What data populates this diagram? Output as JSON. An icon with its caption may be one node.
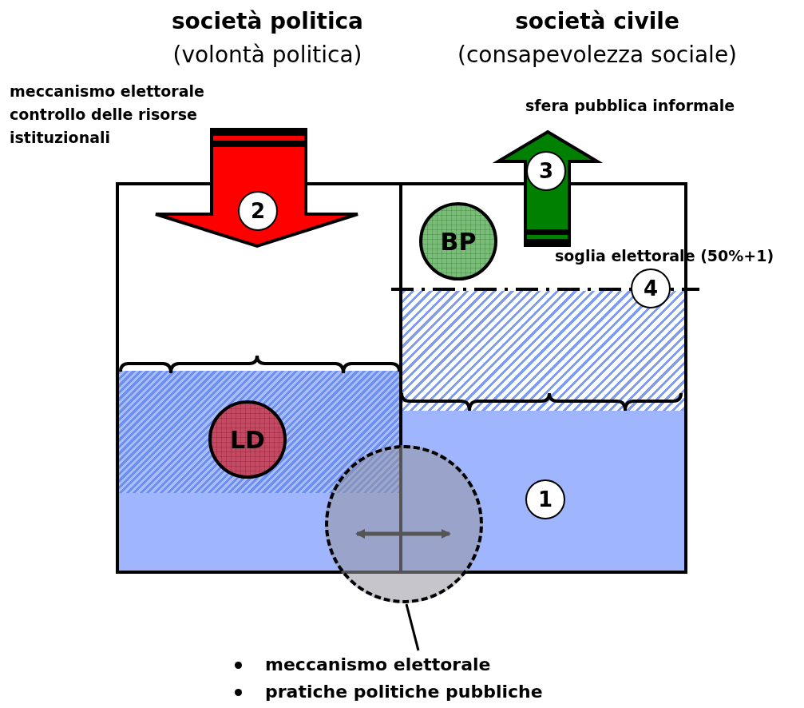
{
  "diagram": {
    "nodes": [
      {
        "text": [],
        "shape": "box"
      },
      {
        "text": [],
        "shape": "box"
      },
      {
        "text": [
          "LD"
        ],
        "in": 0
      },
      {
        "text": [
          "BP"
        ],
        "in": 1
      },
      {
        "text": [
          "1"
        ],
        "in": 1
      },
      {
        "text": [
          "2"
        ],
        "in": 0,
        "beside": [
          "meccanismo elettorale controllo delle risorse istituzionali"
        ]
      },
      {
        "text": [
          "3"
        ],
        "beside": [
          "sfera pubblica informale"
        ]
      },
      {
        "text": [
          "4"
        ],
        "in": 1,
        "beside": [
          "soglia elettorale (50%+1)"
        ]
      },
      {
        "text": [],
        "shape": "circle"
      },
      {
        "text": [
          "meccanismo elettorale",
          "pratiche politiche pubbliche"
        ]
      }
    ],
    "edges": [
      {
        "from": 9,
        "to": 8,
        "arrow": "none"
      }
    ],
    "labels": [
      "società politica",
      "(volontà politica)",
      "società civile",
      "(consapevolezza sociale)"
    ]
  }
}
